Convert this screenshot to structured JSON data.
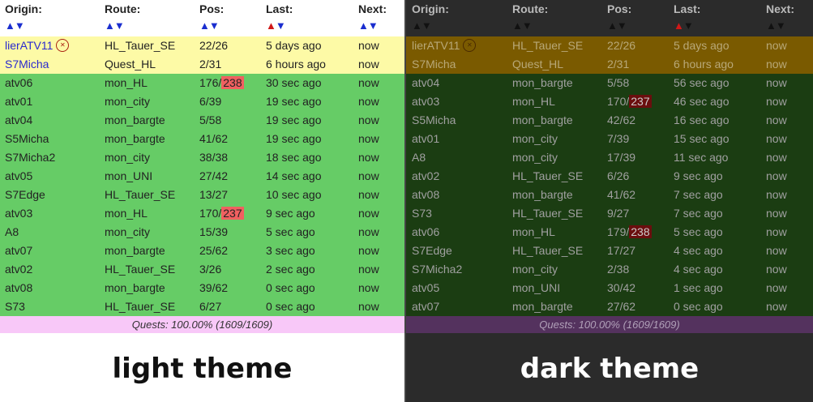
{
  "headers": {
    "origin": "Origin:",
    "route": "Route:",
    "pos": "Pos:",
    "last": "Last:",
    "next": "Next:"
  },
  "sort_arrows": {
    "up": "▲",
    "down": "▼"
  },
  "light": {
    "label": "light theme",
    "footer": "Quests: 100.00% (1609/1609)",
    "quest_rows": [
      {
        "origin": "lierATV11",
        "route": "HL_Tauer_SE",
        "pos_a": "22/26",
        "pos_b": "",
        "last": "5 days ago",
        "next": "now",
        "muted": true
      },
      {
        "origin": "S7Micha",
        "route": "Quest_HL",
        "pos_a": "2/31",
        "pos_b": "",
        "last": "6 hours ago",
        "next": "now",
        "muted": false
      }
    ],
    "rows": [
      {
        "origin": "atv06",
        "route": "mon_HL",
        "pos_a": "176/",
        "pos_b": "238",
        "last": "30 sec ago",
        "next": "now"
      },
      {
        "origin": "atv01",
        "route": "mon_city",
        "pos_a": "6/39",
        "pos_b": "",
        "last": "19 sec ago",
        "next": "now"
      },
      {
        "origin": "atv04",
        "route": "mon_bargte",
        "pos_a": "5/58",
        "pos_b": "",
        "last": "19 sec ago",
        "next": "now"
      },
      {
        "origin": "S5Micha",
        "route": "mon_bargte",
        "pos_a": "41/62",
        "pos_b": "",
        "last": "19 sec ago",
        "next": "now"
      },
      {
        "origin": "S7Micha2",
        "route": "mon_city",
        "pos_a": "38/38",
        "pos_b": "",
        "last": "18 sec ago",
        "next": "now"
      },
      {
        "origin": "atv05",
        "route": "mon_UNI",
        "pos_a": "27/42",
        "pos_b": "",
        "last": "14 sec ago",
        "next": "now"
      },
      {
        "origin": "S7Edge",
        "route": "HL_Tauer_SE",
        "pos_a": "13/27",
        "pos_b": "",
        "last": "10 sec ago",
        "next": "now"
      },
      {
        "origin": "atv03",
        "route": "mon_HL",
        "pos_a": "170/",
        "pos_b": "237",
        "last": "9 sec ago",
        "next": "now"
      },
      {
        "origin": "A8",
        "route": "mon_city",
        "pos_a": "15/39",
        "pos_b": "",
        "last": "5 sec ago",
        "next": "now"
      },
      {
        "origin": "atv07",
        "route": "mon_bargte",
        "pos_a": "25/62",
        "pos_b": "",
        "last": "3 sec ago",
        "next": "now"
      },
      {
        "origin": "atv02",
        "route": "HL_Tauer_SE",
        "pos_a": "3/26",
        "pos_b": "",
        "last": "2 sec ago",
        "next": "now"
      },
      {
        "origin": "atv08",
        "route": "mon_bargte",
        "pos_a": "39/62",
        "pos_b": "",
        "last": "0 sec ago",
        "next": "now"
      },
      {
        "origin": "S73",
        "route": "HL_Tauer_SE",
        "pos_a": "6/27",
        "pos_b": "",
        "last": "0 sec ago",
        "next": "now"
      }
    ]
  },
  "dark": {
    "label": "dark theme",
    "footer": "Quests: 100.00% (1609/1609)",
    "quest_rows": [
      {
        "origin": "lierATV11",
        "route": "HL_Tauer_SE",
        "pos_a": "22/26",
        "pos_b": "",
        "last": "5 days ago",
        "next": "now",
        "muted": true
      },
      {
        "origin": "S7Micha",
        "route": "Quest_HL",
        "pos_a": "2/31",
        "pos_b": "",
        "last": "6 hours ago",
        "next": "now",
        "muted": false
      }
    ],
    "rows": [
      {
        "origin": "atv04",
        "route": "mon_bargte",
        "pos_a": "5/58",
        "pos_b": "",
        "last": "56 sec ago",
        "next": "now"
      },
      {
        "origin": "atv03",
        "route": "mon_HL",
        "pos_a": "170/",
        "pos_b": "237",
        "last": "46 sec ago",
        "next": "now"
      },
      {
        "origin": "S5Micha",
        "route": "mon_bargte",
        "pos_a": "42/62",
        "pos_b": "",
        "last": "16 sec ago",
        "next": "now"
      },
      {
        "origin": "atv01",
        "route": "mon_city",
        "pos_a": "7/39",
        "pos_b": "",
        "last": "15 sec ago",
        "next": "now"
      },
      {
        "origin": "A8",
        "route": "mon_city",
        "pos_a": "17/39",
        "pos_b": "",
        "last": "11 sec ago",
        "next": "now"
      },
      {
        "origin": "atv02",
        "route": "HL_Tauer_SE",
        "pos_a": "6/26",
        "pos_b": "",
        "last": "9 sec ago",
        "next": "now"
      },
      {
        "origin": "atv08",
        "route": "mon_bargte",
        "pos_a": "41/62",
        "pos_b": "",
        "last": "7 sec ago",
        "next": "now"
      },
      {
        "origin": "S73",
        "route": "HL_Tauer_SE",
        "pos_a": "9/27",
        "pos_b": "",
        "last": "7 sec ago",
        "next": "now"
      },
      {
        "origin": "atv06",
        "route": "mon_HL",
        "pos_a": "179/",
        "pos_b": "238",
        "last": "5 sec ago",
        "next": "now"
      },
      {
        "origin": "S7Edge",
        "route": "HL_Tauer_SE",
        "pos_a": "17/27",
        "pos_b": "",
        "last": "4 sec ago",
        "next": "now"
      },
      {
        "origin": "S7Micha2",
        "route": "mon_city",
        "pos_a": "2/38",
        "pos_b": "",
        "last": "4 sec ago",
        "next": "now"
      },
      {
        "origin": "atv05",
        "route": "mon_UNI",
        "pos_a": "30/42",
        "pos_b": "",
        "last": "1 sec ago",
        "next": "now"
      },
      {
        "origin": "atv07",
        "route": "mon_bargte",
        "pos_a": "27/62",
        "pos_b": "",
        "last": "0 sec ago",
        "next": "now"
      }
    ]
  }
}
